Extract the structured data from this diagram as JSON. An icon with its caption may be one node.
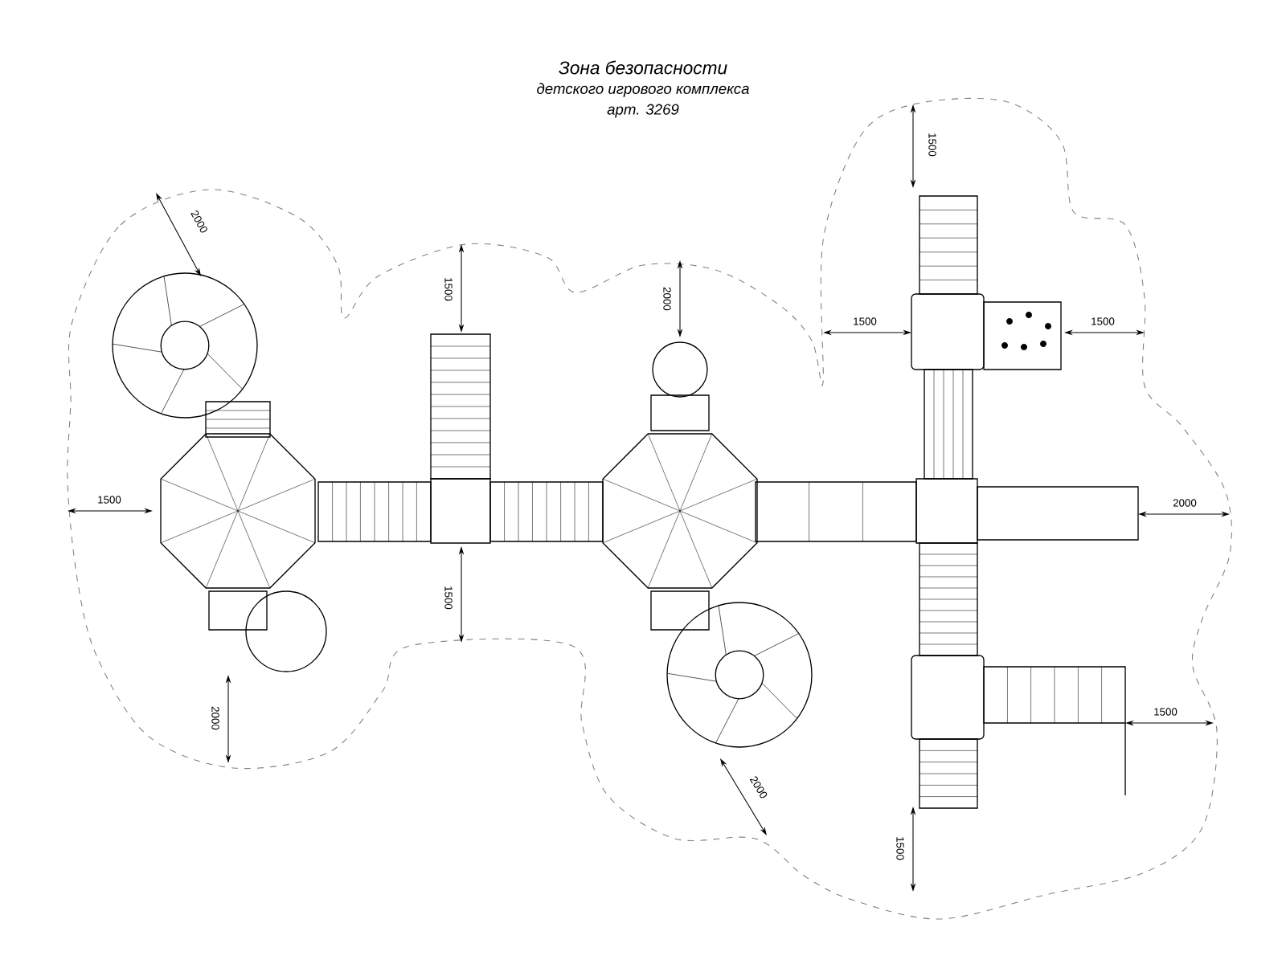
{
  "diagram": {
    "title": "Зона безопасности",
    "labels": [
      "детского игрового комплекса",
      "арт. 3269",
      "1500",
      "2000",
      "1500",
      "2000",
      "1500",
      "1500",
      "1500",
      "2000",
      "1500",
      "2000",
      "1500",
      "2000",
      "1500"
    ]
  }
}
